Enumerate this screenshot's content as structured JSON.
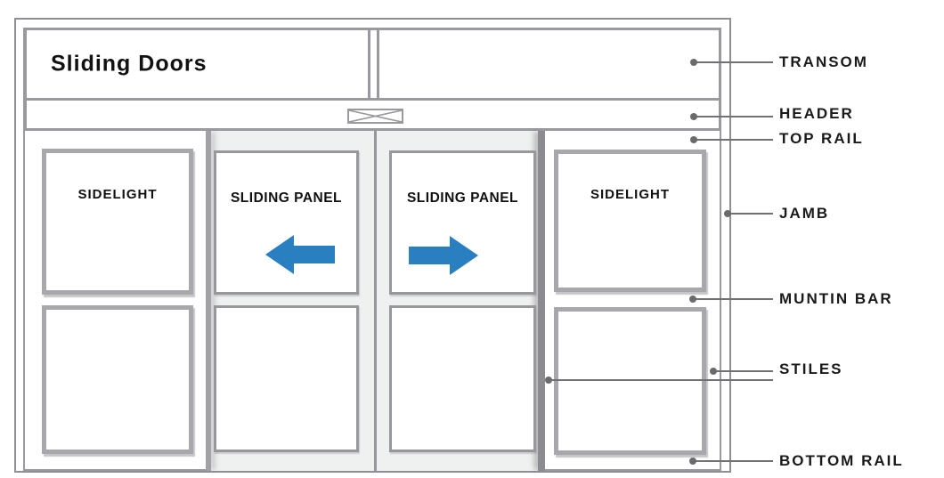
{
  "title": "Sliding Doors",
  "panels": {
    "left_sidelight": "SIDELIGHT",
    "left_sliding": "SLIDING PANEL",
    "right_sliding": "SLIDING PANEL",
    "right_sidelight": "SIDELIGHT"
  },
  "callouts": {
    "transom": "TRANSOM",
    "header": "HEADER",
    "top_rail": "TOP RAIL",
    "jamb": "JAMB",
    "muntin_bar": "MUNTIN BAR",
    "stiles": "STILES",
    "bottom_rail": "BOTTOM RAIL"
  },
  "icons": {
    "header_symbol": "crossed-box-icon",
    "left_panel_arrow": "arrow-left-icon",
    "right_panel_arrow": "arrow-right-icon"
  },
  "colors": {
    "arrow_blue": "#2a7fc1",
    "frame_gray": "#9a9a9e",
    "sidelight_border_gray": "#a8a8ac",
    "sliding_border_gray": "#98989c",
    "track_fill": "#eff0f0",
    "dark_stile_gray": "#8c8c90",
    "leader_line_gray": "#717175",
    "label_text": "#1a1a1a"
  }
}
